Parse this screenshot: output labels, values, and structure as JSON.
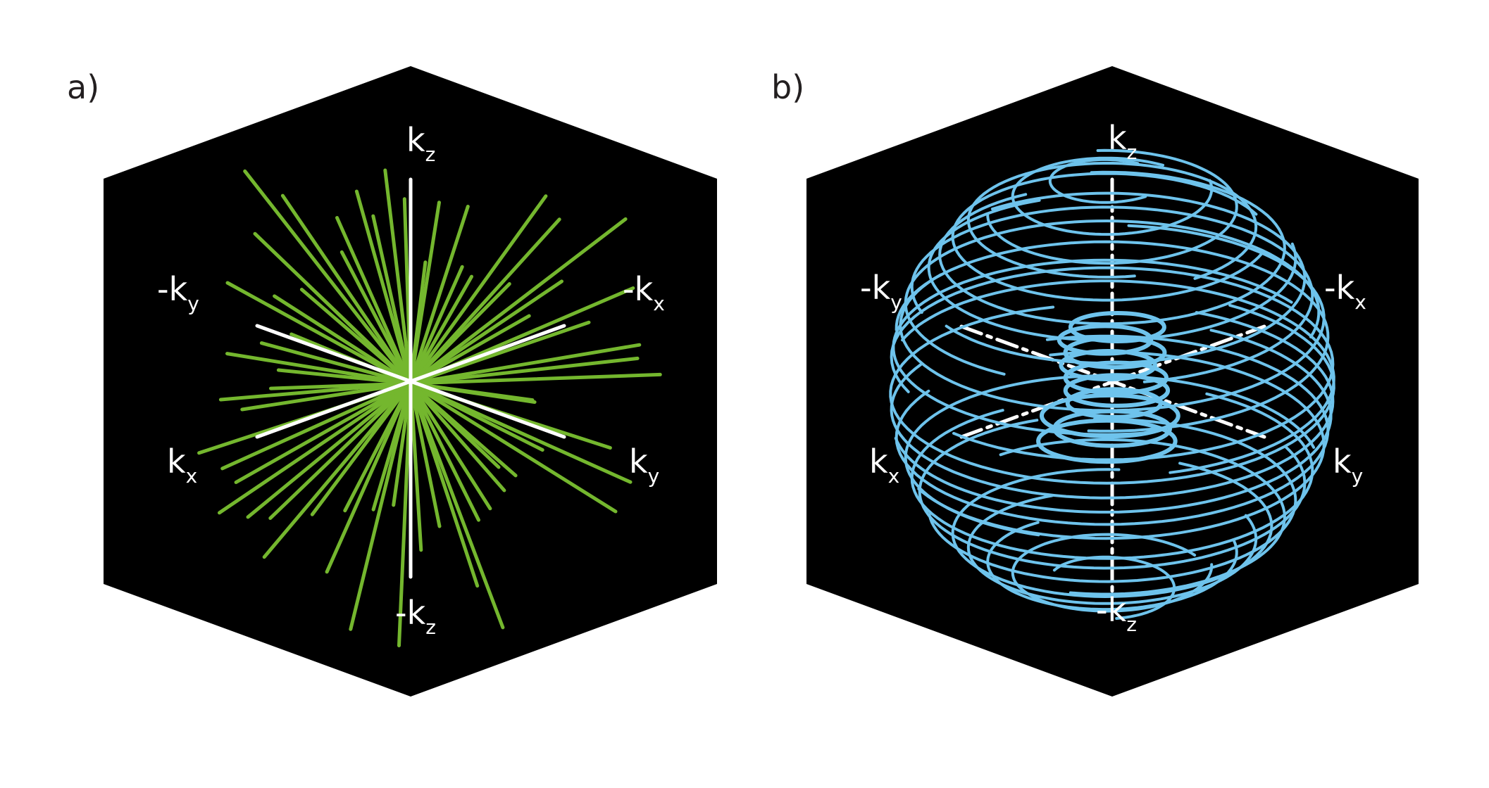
{
  "figure": {
    "panel_a": {
      "letter": "a)",
      "trajectory": "radial",
      "line_color": "#74b72e",
      "axis_color": "#ffffff",
      "labels": {
        "kz_top": {
          "main": "k",
          "sub": "z"
        },
        "kz_bottom": {
          "main": "-k",
          "sub": "z"
        },
        "ky_neg": {
          "main": "-k",
          "sub": "y"
        },
        "kx_neg": {
          "main": "-k",
          "sub": "x"
        },
        "kx_pos": {
          "main": "k",
          "sub": "x"
        },
        "ky_pos": {
          "main": "k",
          "sub": "y"
        }
      }
    },
    "panel_b": {
      "letter": "b)",
      "trajectory": "spiral",
      "line_color": "#6ec3ec",
      "axis_color": "#ffffff",
      "labels": {
        "kz_top": {
          "main": "k",
          "sub": "z"
        },
        "kz_bottom": {
          "main": "-k",
          "sub": "z"
        },
        "ky_neg": {
          "main": "-k",
          "sub": "y"
        },
        "kx_neg": {
          "main": "-k",
          "sub": "x"
        },
        "kx_pos": {
          "main": "k",
          "sub": "x"
        },
        "ky_pos": {
          "main": "k",
          "sub": "y"
        }
      }
    },
    "background_color": "#000000"
  }
}
